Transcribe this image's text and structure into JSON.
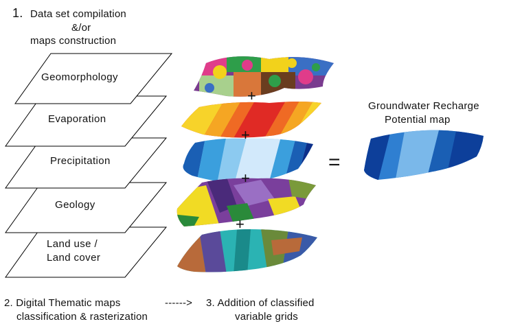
{
  "steps": {
    "step1": {
      "number": "1.",
      "line1": "Data set compilation",
      "line2": "&/or",
      "line3": "maps construction"
    },
    "step2": {
      "line1": "2. Digital Thematic maps",
      "line2": "classification & rasterization"
    },
    "arrow": "------>",
    "step3": {
      "line1": "3. Addition of classified",
      "line2": "variable grids"
    }
  },
  "layers": [
    {
      "label": "Geomorphology"
    },
    {
      "label": "Evaporation"
    },
    {
      "label": "Precipitation"
    },
    {
      "label": "Geology"
    },
    {
      "label": "Land use /",
      "label2": "Land cover"
    }
  ],
  "operators": {
    "plus": "+",
    "equals": "="
  },
  "result": {
    "line1": "Groundwater Recharge",
    "line2": "Potential map"
  },
  "colors": {
    "outline": "#000000",
    "geomorph": [
      "#7a3b8f",
      "#e03c8a",
      "#2e9e4a",
      "#f2d21b",
      "#3a6fc4",
      "#a8d08d",
      "#d9773a",
      "#6a3d1f"
    ],
    "evap": [
      "#f7d32a",
      "#f5a623",
      "#ef6a24",
      "#e02a25"
    ],
    "precip": [
      "#d2e9fb",
      "#8ccaf0",
      "#3b9fdd",
      "#1a5fb4",
      "#0d2f8a"
    ],
    "geology": [
      "#7a3f9c",
      "#f1db24",
      "#2a8a3a",
      "#4a2a7a",
      "#9a6fc4",
      "#7a9a3a"
    ],
    "landuse": [
      "#2bb3b3",
      "#5a4a9a",
      "#b86a3a",
      "#1a8a8a",
      "#6a8a3a",
      "#3a5aa8"
    ],
    "result": [
      "#0d3f9a",
      "#2f7fd1",
      "#7ab8ea",
      "#1a5fb4"
    ]
  }
}
